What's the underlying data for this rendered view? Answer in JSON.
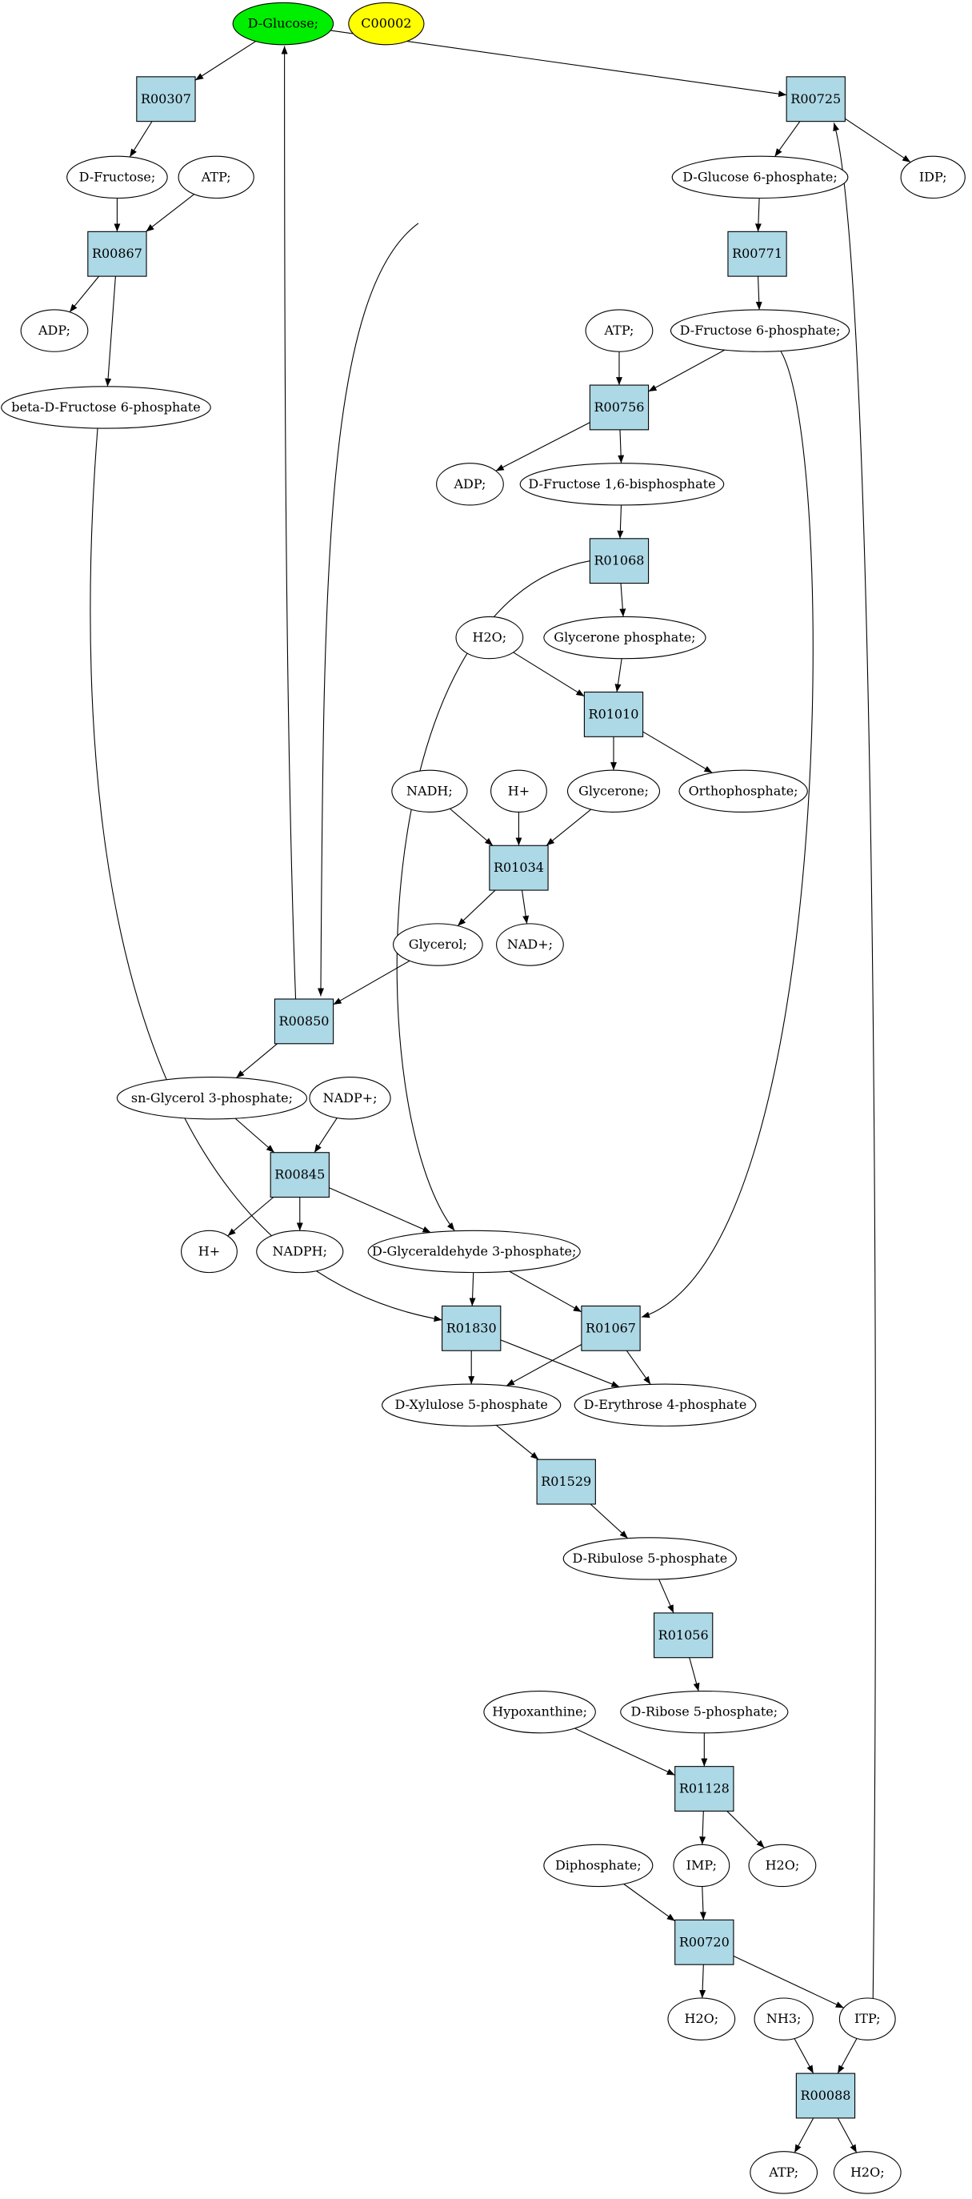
{
  "colors": {
    "start_node": "#00ee00",
    "query_node": "#ffff00",
    "reaction": "#add8e6",
    "metabolite": "#ffffff",
    "stroke": "#000000"
  },
  "nodes": [
    {
      "id": "D-Glucose;",
      "label": "D-Glucose;",
      "kind": "metabolite",
      "highlight": "start"
    },
    {
      "id": "C00002",
      "label": "C00002",
      "kind": "metabolite",
      "highlight": "query"
    },
    {
      "id": "R00307",
      "label": "R00307",
      "kind": "reaction"
    },
    {
      "id": "R00725",
      "label": "R00725",
      "kind": "reaction"
    },
    {
      "id": "D-Fructose;",
      "label": "D-Fructose;",
      "kind": "metabolite"
    },
    {
      "id": "ATP;_1",
      "label": "ATP;",
      "kind": "metabolite"
    },
    {
      "id": "D-Glucose 6-phosphate;",
      "label": "D-Glucose 6-phosphate;",
      "kind": "metabolite"
    },
    {
      "id": "IDP;",
      "label": "IDP;",
      "kind": "metabolite"
    },
    {
      "id": "R00867",
      "label": "R00867",
      "kind": "reaction"
    },
    {
      "id": "R00771",
      "label": "R00771",
      "kind": "reaction"
    },
    {
      "id": "ADP;_1",
      "label": "ADP;",
      "kind": "metabolite"
    },
    {
      "id": "ATP;_2",
      "label": "ATP;",
      "kind": "metabolite"
    },
    {
      "id": "D-Fructose 6-phosphate;",
      "label": "D-Fructose 6-phosphate;",
      "kind": "metabolite"
    },
    {
      "id": "beta-D-Fructose 6-phosphate",
      "label": "beta-D-Fructose 6-phosphate",
      "kind": "metabolite"
    },
    {
      "id": "R00756",
      "label": "R00756",
      "kind": "reaction"
    },
    {
      "id": "ADP;_2",
      "label": "ADP;",
      "kind": "metabolite"
    },
    {
      "id": "D-Fructose 1,6-bisphosphate",
      "label": "D-Fructose 1,6-bisphosphate",
      "kind": "metabolite"
    },
    {
      "id": "R01068",
      "label": "R01068",
      "kind": "reaction"
    },
    {
      "id": "H2O;_1",
      "label": "H2O;",
      "kind": "metabolite"
    },
    {
      "id": "Glycerone phosphate;",
      "label": "Glycerone phosphate;",
      "kind": "metabolite"
    },
    {
      "id": "R01010",
      "label": "R01010",
      "kind": "reaction"
    },
    {
      "id": "NADH;",
      "label": "NADH;",
      "kind": "metabolite"
    },
    {
      "id": "H+_1",
      "label": "H+",
      "kind": "metabolite"
    },
    {
      "id": "Glycerone;",
      "label": "Glycerone;",
      "kind": "metabolite"
    },
    {
      "id": "Orthophosphate;",
      "label": "Orthophosphate;",
      "kind": "metabolite"
    },
    {
      "id": "R01034",
      "label": "R01034",
      "kind": "reaction"
    },
    {
      "id": "Glycerol;",
      "label": "Glycerol;",
      "kind": "metabolite"
    },
    {
      "id": "NAD+;",
      "label": "NAD+;",
      "kind": "metabolite"
    },
    {
      "id": "R00850",
      "label": "R00850",
      "kind": "reaction"
    },
    {
      "id": "sn-Glycerol 3-phosphate;",
      "label": "sn-Glycerol 3-phosphate;",
      "kind": "metabolite"
    },
    {
      "id": "NADP+;",
      "label": "NADP+;",
      "kind": "metabolite"
    },
    {
      "id": "R00845",
      "label": "R00845",
      "kind": "reaction"
    },
    {
      "id": "H+_2",
      "label": "H+",
      "kind": "metabolite"
    },
    {
      "id": "NADPH;",
      "label": "NADPH;",
      "kind": "metabolite"
    },
    {
      "id": "D-Glyceraldehyde 3-phosphate;",
      "label": "D-Glyceraldehyde 3-phosphate;",
      "kind": "metabolite"
    },
    {
      "id": "R01830",
      "label": "R01830",
      "kind": "reaction"
    },
    {
      "id": "R01067",
      "label": "R01067",
      "kind": "reaction"
    },
    {
      "id": "D-Xylulose 5-phosphate",
      "label": "D-Xylulose 5-phosphate",
      "kind": "metabolite"
    },
    {
      "id": "D-Erythrose 4-phosphate",
      "label": "D-Erythrose 4-phosphate",
      "kind": "metabolite"
    },
    {
      "id": "R01529",
      "label": "R01529",
      "kind": "reaction"
    },
    {
      "id": "D-Ribulose 5-phosphate",
      "label": "D-Ribulose 5-phosphate",
      "kind": "metabolite"
    },
    {
      "id": "R01056",
      "label": "R01056",
      "kind": "reaction"
    },
    {
      "id": "Hypoxanthine;",
      "label": "Hypoxanthine;",
      "kind": "metabolite"
    },
    {
      "id": "D-Ribose 5-phosphate;",
      "label": "D-Ribose 5-phosphate;",
      "kind": "metabolite"
    },
    {
      "id": "R01128",
      "label": "R01128",
      "kind": "reaction"
    },
    {
      "id": "Diphosphate;",
      "label": "Diphosphate;",
      "kind": "metabolite"
    },
    {
      "id": "IMP;",
      "label": "IMP;",
      "kind": "metabolite"
    },
    {
      "id": "H2O;_2",
      "label": "H2O;",
      "kind": "metabolite"
    },
    {
      "id": "R00720",
      "label": "R00720",
      "kind": "reaction"
    },
    {
      "id": "H2O;_3",
      "label": "H2O;",
      "kind": "metabolite"
    },
    {
      "id": "NH3;",
      "label": "NH3;",
      "kind": "metabolite"
    },
    {
      "id": "ITP;",
      "label": "ITP;",
      "kind": "metabolite"
    },
    {
      "id": "R00088",
      "label": "R00088",
      "kind": "reaction"
    },
    {
      "id": "ATP;_3",
      "label": "ATP;",
      "kind": "metabolite"
    },
    {
      "id": "H2O;_4",
      "label": "H2O;",
      "kind": "metabolite"
    }
  ],
  "edges": [
    {
      "from": "D-Glucose;",
      "to": "R00307"
    },
    {
      "from": "D-Glucose;",
      "to": "R00725"
    },
    {
      "from": "R00307",
      "to": "D-Fructose;"
    },
    {
      "from": "R00725",
      "to": "D-Glucose 6-phosphate;"
    },
    {
      "from": "R00725",
      "to": "IDP;"
    },
    {
      "from": "D-Fructose;",
      "to": "R00867"
    },
    {
      "from": "ATP;_1",
      "to": "R00867"
    },
    {
      "from": "R00867",
      "to": "ADP;_1"
    },
    {
      "from": "R00867",
      "to": "beta-D-Fructose 6-phosphate"
    },
    {
      "from": "D-Glucose 6-phosphate;",
      "to": "R00771"
    },
    {
      "from": "D-Glucose 6-phosphate;",
      "to": "R00850"
    },
    {
      "from": "R00771",
      "to": "D-Fructose 6-phosphate;"
    },
    {
      "from": "ATP;_2",
      "to": "R00756"
    },
    {
      "from": "D-Fructose 6-phosphate;",
      "to": "R00756"
    },
    {
      "from": "D-Fructose 6-phosphate;",
      "to": "R01067"
    },
    {
      "from": "R00756",
      "to": "ADP;_2"
    },
    {
      "from": "R00756",
      "to": "D-Fructose 1,6-bisphosphate"
    },
    {
      "from": "D-Fructose 1,6-bisphosphate",
      "to": "R01068"
    },
    {
      "from": "R01068",
      "to": "Glycerone phosphate;"
    },
    {
      "from": "R01068",
      "to": "D-Glyceraldehyde 3-phosphate;"
    },
    {
      "from": "H2O;_1",
      "to": "R01010"
    },
    {
      "from": "Glycerone phosphate;",
      "to": "R01010"
    },
    {
      "from": "R01010",
      "to": "Glycerone;"
    },
    {
      "from": "R01010",
      "to": "Orthophosphate;"
    },
    {
      "from": "NADH;",
      "to": "R01034"
    },
    {
      "from": "H+_1",
      "to": "R01034"
    },
    {
      "from": "Glycerone;",
      "to": "R01034"
    },
    {
      "from": "R01034",
      "to": "Glycerol;"
    },
    {
      "from": "R01034",
      "to": "NAD+;"
    },
    {
      "from": "Glycerol;",
      "to": "R00850"
    },
    {
      "from": "R00850",
      "to": "D-Glucose;"
    },
    {
      "from": "R00850",
      "to": "sn-Glycerol 3-phosphate;"
    },
    {
      "from": "sn-Glycerol 3-phosphate;",
      "to": "R00845"
    },
    {
      "from": "NADP+;",
      "to": "R00845"
    },
    {
      "from": "R00845",
      "to": "H+_2"
    },
    {
      "from": "R00845",
      "to": "NADPH;"
    },
    {
      "from": "R00845",
      "to": "D-Glyceraldehyde 3-phosphate;"
    },
    {
      "from": "beta-D-Fructose 6-phosphate",
      "to": "R01830"
    },
    {
      "from": "D-Glyceraldehyde 3-phosphate;",
      "to": "R01830"
    },
    {
      "from": "D-Glyceraldehyde 3-phosphate;",
      "to": "R01067"
    },
    {
      "from": "R01830",
      "to": "D-Xylulose 5-phosphate"
    },
    {
      "from": "R01830",
      "to": "D-Erythrose 4-phosphate"
    },
    {
      "from": "R01067",
      "to": "D-Xylulose 5-phosphate"
    },
    {
      "from": "R01067",
      "to": "D-Erythrose 4-phosphate"
    },
    {
      "from": "D-Xylulose 5-phosphate",
      "to": "R01529"
    },
    {
      "from": "R01529",
      "to": "D-Ribulose 5-phosphate"
    },
    {
      "from": "D-Ribulose 5-phosphate",
      "to": "R01056"
    },
    {
      "from": "R01056",
      "to": "D-Ribose 5-phosphate;"
    },
    {
      "from": "Hypoxanthine;",
      "to": "R01128"
    },
    {
      "from": "D-Ribose 5-phosphate;",
      "to": "R01128"
    },
    {
      "from": "R01128",
      "to": "IMP;"
    },
    {
      "from": "R01128",
      "to": "H2O;_2"
    },
    {
      "from": "Diphosphate;",
      "to": "R00720"
    },
    {
      "from": "IMP;",
      "to": "R00720"
    },
    {
      "from": "R00720",
      "to": "H2O;_3"
    },
    {
      "from": "R00720",
      "to": "ITP;"
    },
    {
      "from": "NH3;",
      "to": "R00088"
    },
    {
      "from": "ITP;",
      "to": "R00088"
    },
    {
      "from": "ITP;",
      "to": "R00725"
    },
    {
      "from": "R00088",
      "to": "ATP;_3"
    },
    {
      "from": "R00088",
      "to": "H2O;_4"
    }
  ]
}
